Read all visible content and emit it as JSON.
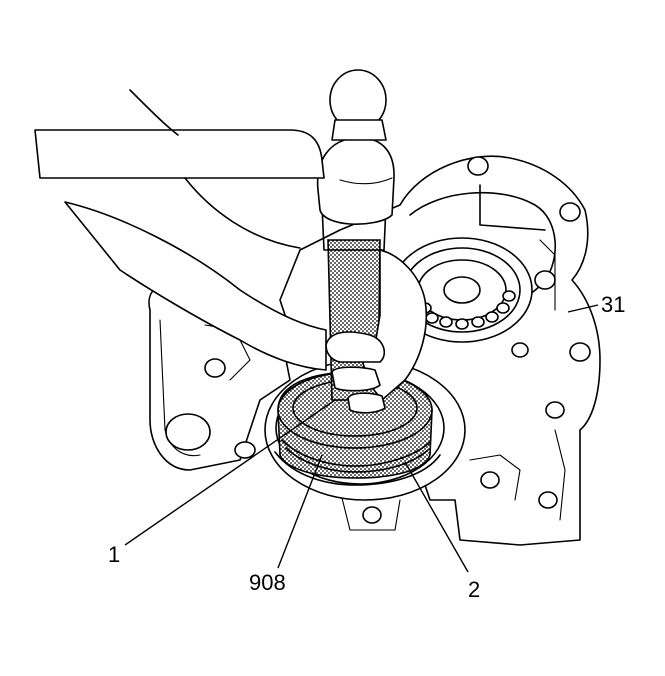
{
  "callouts": {
    "tool": "1",
    "seal": "2",
    "case": "31",
    "installer": "908"
  },
  "colors": {
    "ink": "#000000",
    "paper": "#ffffff",
    "stipple": "#8c8c8c"
  }
}
